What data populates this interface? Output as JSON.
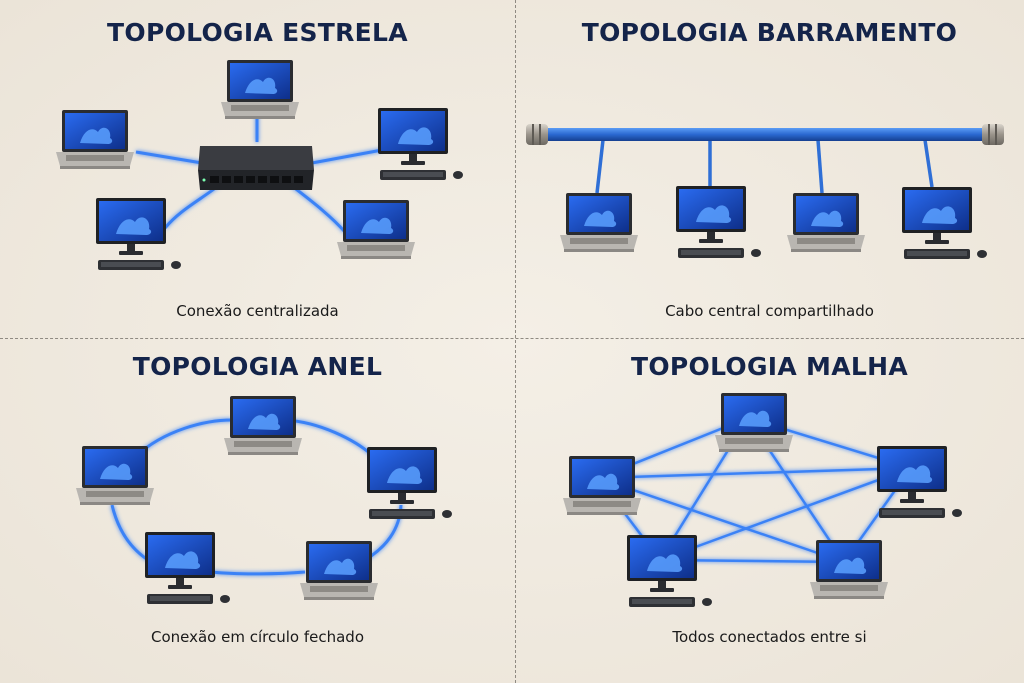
{
  "quadrants": {
    "star": {
      "title": "TOPOLOGIA ESTRELA",
      "caption": "Conexão centralizada"
    },
    "bus": {
      "title": "TOPOLOGIA BARRAMENTO",
      "caption": "Cabo central compartilhado"
    },
    "ring": {
      "title": "TOPOLOGIA ANEL",
      "caption": "Conexão em círculo fechado"
    },
    "mesh": {
      "title": "TOPOLOGIA MALHA",
      "caption": "Todos conectados entre si"
    }
  },
  "colors": {
    "title": "#14244a",
    "cable": "#3b82f6",
    "cable_glow": "#9cc7ff",
    "bus_pipe": "#2f6fd6",
    "switch_body": "#2b2d31",
    "screen": "#1d4fc4"
  }
}
